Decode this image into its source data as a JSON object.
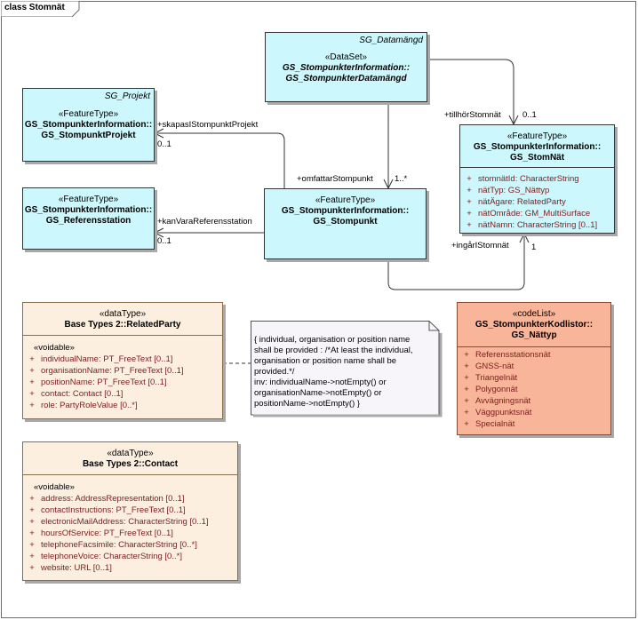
{
  "frame": {
    "title": "class Stomnät"
  },
  "classes": {
    "datamangd": {
      "package": "SG_Datamängd",
      "stereotype": "«DataSet»",
      "name_line1": "GS_StompunkterInformation::",
      "name_line2": "GS_StompunkterDatamängd"
    },
    "projekt": {
      "package": "SG_Projekt",
      "stereotype": "«FeatureType»",
      "name_line1": "GS_StompunkterInformation::",
      "name_line2": "GS_StompunktProjekt"
    },
    "referensstation": {
      "stereotype": "«FeatureType»",
      "name_line1": "GS_StompunkterInformation::",
      "name_line2": "GS_Referensstation"
    },
    "stompunkt": {
      "stereotype": "«FeatureType»",
      "name_line1": "GS_StompunkterInformation::",
      "name_line2": "GS_Stompunkt"
    },
    "stomnat": {
      "stereotype": "«FeatureType»",
      "name_line1": "GS_StompunkterInformation::",
      "name_line2": "GS_StomNät",
      "attributes": [
        "stomnätId: CharacterString",
        "nätTyp: GS_Nättyp",
        "nätÄgare: RelatedParty",
        "nätOmråde: GM_MultiSurface",
        "nätNamn: CharacterString [0..1]"
      ]
    },
    "relatedparty": {
      "stereotype": "«dataType»",
      "name": "Base Types 2::RelatedParty",
      "section": "«voidable»",
      "attributes": [
        "individualName: PT_FreeText [0..1]",
        "organisationName: PT_FreeText [0..1]",
        "positionName: PT_FreeText [0..1]",
        "contact: Contact [0..1]",
        "role: PartyRoleValue [0..*]"
      ]
    },
    "contact": {
      "stereotype": "«dataType»",
      "name": "Base Types 2::Contact",
      "section": "«voidable»",
      "attributes": [
        "address: AddressRepresentation [0..1]",
        "contactInstructions: PT_FreeText [0..1]",
        "electronicMailAddress: CharacterString [0..1]",
        "hoursOfService: PT_FreeText [0..1]",
        "telephoneFacsimile: CharacterString [0..*]",
        "telephoneVoice: CharacterString [0..*]",
        "website: URL [0..1]"
      ]
    },
    "nattyp": {
      "stereotype": "«codeList»",
      "name_line1": "GS_StompunkterKodlistor::",
      "name_line2": "GS_Nättyp",
      "values": [
        "Referensstationsnät",
        "GNSS-nät",
        "Triangelnät",
        "Polygonnät",
        "Avvägningsnät",
        "Väggpunktsnät",
        "Specialnät"
      ]
    }
  },
  "note": {
    "lines": [
      "{ individual, organisation or position name",
      "shall be provided : /*At least the individual,",
      "organisation or position name shall be",
      "provided.*/",
      "inv: individualName->notEmpty() or",
      "organisationName->notEmpty() or",
      "positionName->notEmpty() }"
    ]
  },
  "associations": {
    "skapas_role": "+skapasIStompunktProjekt",
    "skapas_mult": "0..1",
    "omfattar_role": "+omfattarStompunkt",
    "omfattar_mult": "1..*",
    "tillhor_role": "+tillhörStomnät",
    "tillhor_mult": "0..1",
    "kanvara_role": "+kanVaraReferensstation",
    "kanvara_mult": "0..1",
    "ingar_role": "+ingårIStomnät",
    "ingar_mult": "1"
  },
  "attr_marker": "+"
}
